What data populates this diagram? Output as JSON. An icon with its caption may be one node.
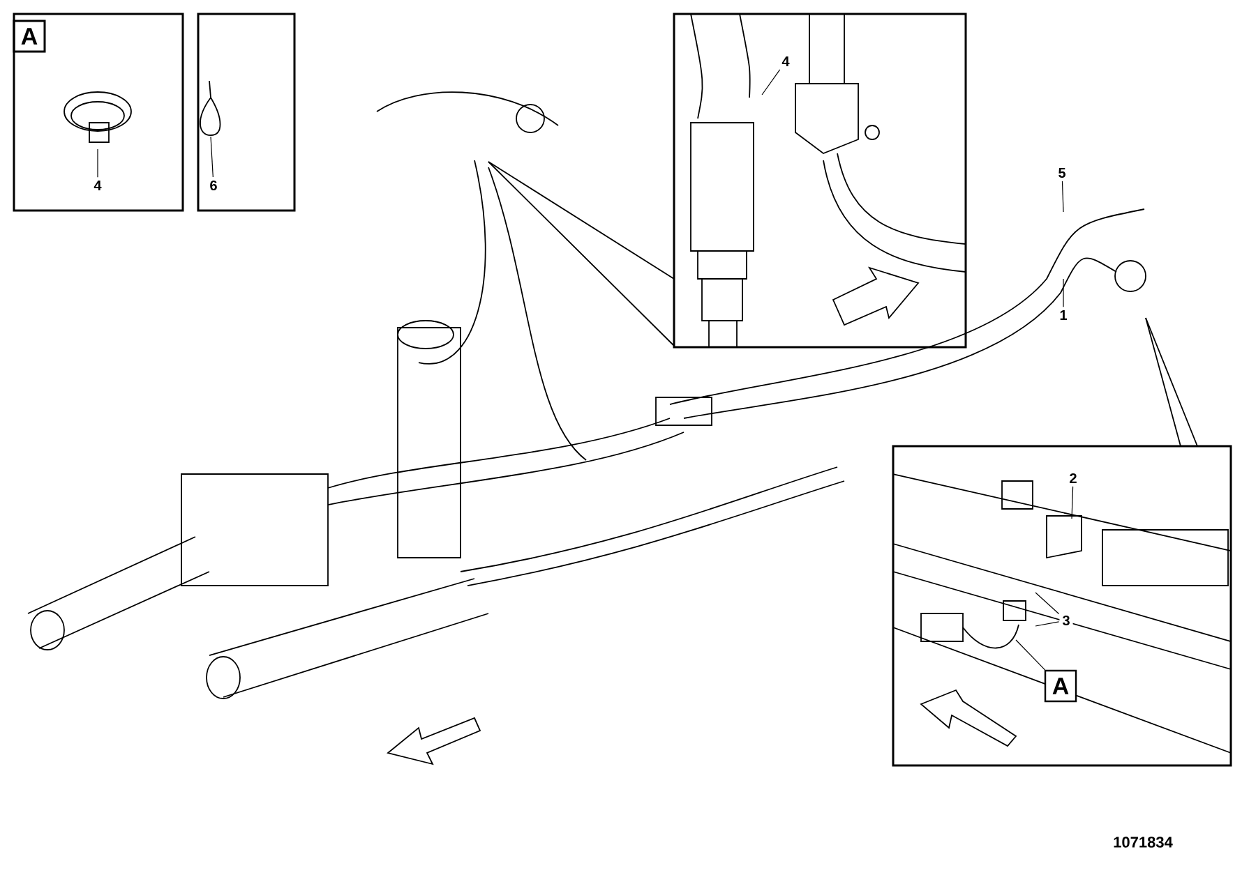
{
  "diagram": {
    "nodes": [
      {
        "text": [
          "4"
        ]
      },
      {
        "text": [
          "6"
        ]
      },
      {
        "text": [
          "4"
        ]
      },
      {
        "text": [
          "5"
        ]
      },
      {
        "text": [
          "1"
        ]
      },
      {
        "text": [
          "2"
        ]
      },
      {
        "text": [
          "3"
        ]
      },
      {
        "text": [
          "A"
        ]
      }
    ],
    "edges": [
      {
        "from": 0,
        "to": null,
        "arrow": "none"
      },
      {
        "from": 1,
        "to": null,
        "arrow": "none"
      },
      {
        "from": 2,
        "to": null,
        "arrow": "none"
      },
      {
        "from": 3,
        "to": null,
        "arrow": "none"
      },
      {
        "from": 4,
        "to": null,
        "arrow": "none"
      },
      {
        "from": 5,
        "to": null,
        "arrow": "none"
      },
      {
        "from": 6,
        "to": null,
        "arrow": "none"
      },
      {
        "from": 6,
        "to": null,
        "arrow": "none"
      },
      {
        "from": 7,
        "to": null,
        "arrow": "none"
      }
    ],
    "labels": [
      "A",
      "1071834"
    ]
  }
}
